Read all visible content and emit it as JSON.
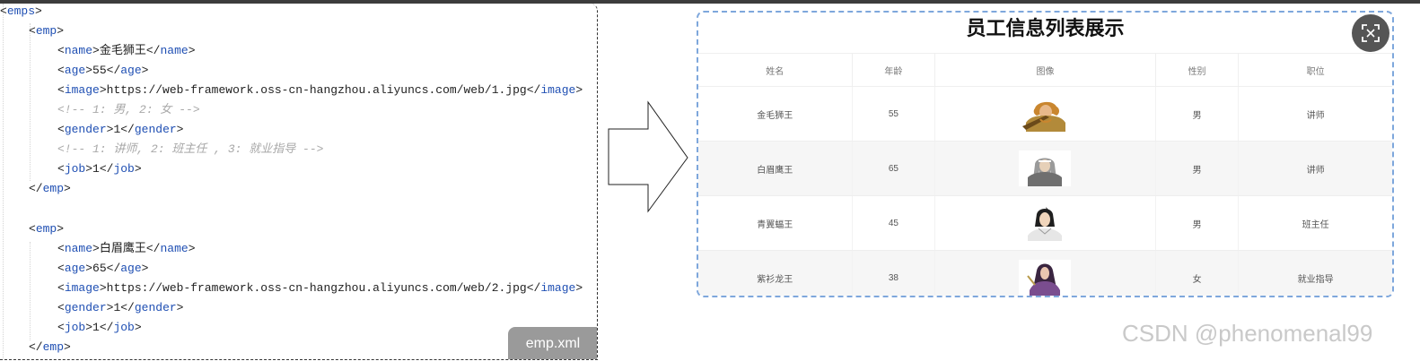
{
  "xml": {
    "root_tag": "emps",
    "emp_tag": "emp",
    "name_tag": "name",
    "age_tag": "age",
    "image_tag": "image",
    "gender_tag": "gender",
    "job_tag": "job",
    "gender_comment": "<!-- 1: 男, 2: 女 -->",
    "job_comment": "<!-- 1: 讲师, 2: 班主任 , 3: 就业指导 -->",
    "records": [
      {
        "name": "金毛狮王",
        "age": "55",
        "image": "https://web-framework.oss-cn-hangzhou.aliyuncs.com/web/1.jpg",
        "gender": "1",
        "job": "1"
      },
      {
        "name": "白眉鹰王",
        "age": "65",
        "image": "https://web-framework.oss-cn-hangzhou.aliyuncs.com/web/2.jpg",
        "gender": "1",
        "job": "1"
      }
    ],
    "file_tab_label": "emp.xml"
  },
  "table": {
    "title": "员工信息列表展示",
    "scan_icon": "screenshot-scan-icon",
    "columns": [
      "姓名",
      "年龄",
      "图像",
      "性别",
      "职位"
    ],
    "rows": [
      {
        "name": "金毛狮王",
        "age": "55",
        "gender": "男",
        "job": "讲师"
      },
      {
        "name": "白眉鹰王",
        "age": "65",
        "gender": "男",
        "job": "讲师"
      },
      {
        "name": "青翼蝠王",
        "age": "45",
        "gender": "男",
        "job": "班主任"
      },
      {
        "name": "紫衫龙王",
        "age": "38",
        "gender": "女",
        "job": "就业指导"
      }
    ]
  },
  "watermark": "CSDN @phenomenal99",
  "colors": {
    "tag": "#1f4fb3",
    "comment": "#a8a8a8",
    "panel_border": "#7ea7dc",
    "tab_bg": "#9a9a9a"
  }
}
